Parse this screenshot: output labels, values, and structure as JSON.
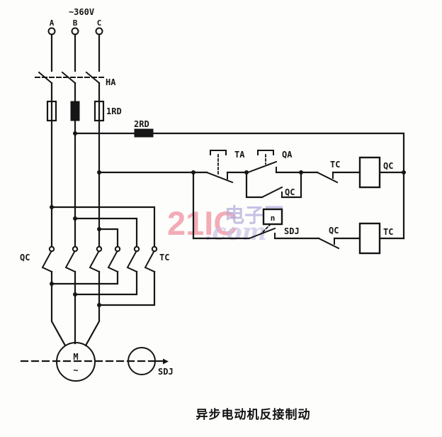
{
  "title_caption": "异步电动机反接制动",
  "power": {
    "voltage": "~360V",
    "phases": [
      "A",
      "B",
      "C"
    ],
    "knife_switch": "HA",
    "main_fuse": "1RD",
    "control_fuse": "2RD"
  },
  "control": {
    "stop_button": "TA",
    "start_button": "QA",
    "seal_in_contact": "QC",
    "tc_interlock": "TC",
    "qc_coil": "QC",
    "speed_relay_element": "n",
    "speed_relay_contact": "SDJ",
    "qc_interlock": "QC",
    "tc_coil": "TC"
  },
  "main_circuit": {
    "qc_contact_group": "QC",
    "tc_contact_group": "TC",
    "motor": "M",
    "motor_ac_mark": "~",
    "speed_relay": "SDJ"
  },
  "watermark": {
    "brand": "21IC",
    "domain": ".com",
    "site": "电子网",
    "brand_color": "#f0919f",
    "domain_color": "#c9c2e8",
    "site_color": "#b6aedd"
  }
}
